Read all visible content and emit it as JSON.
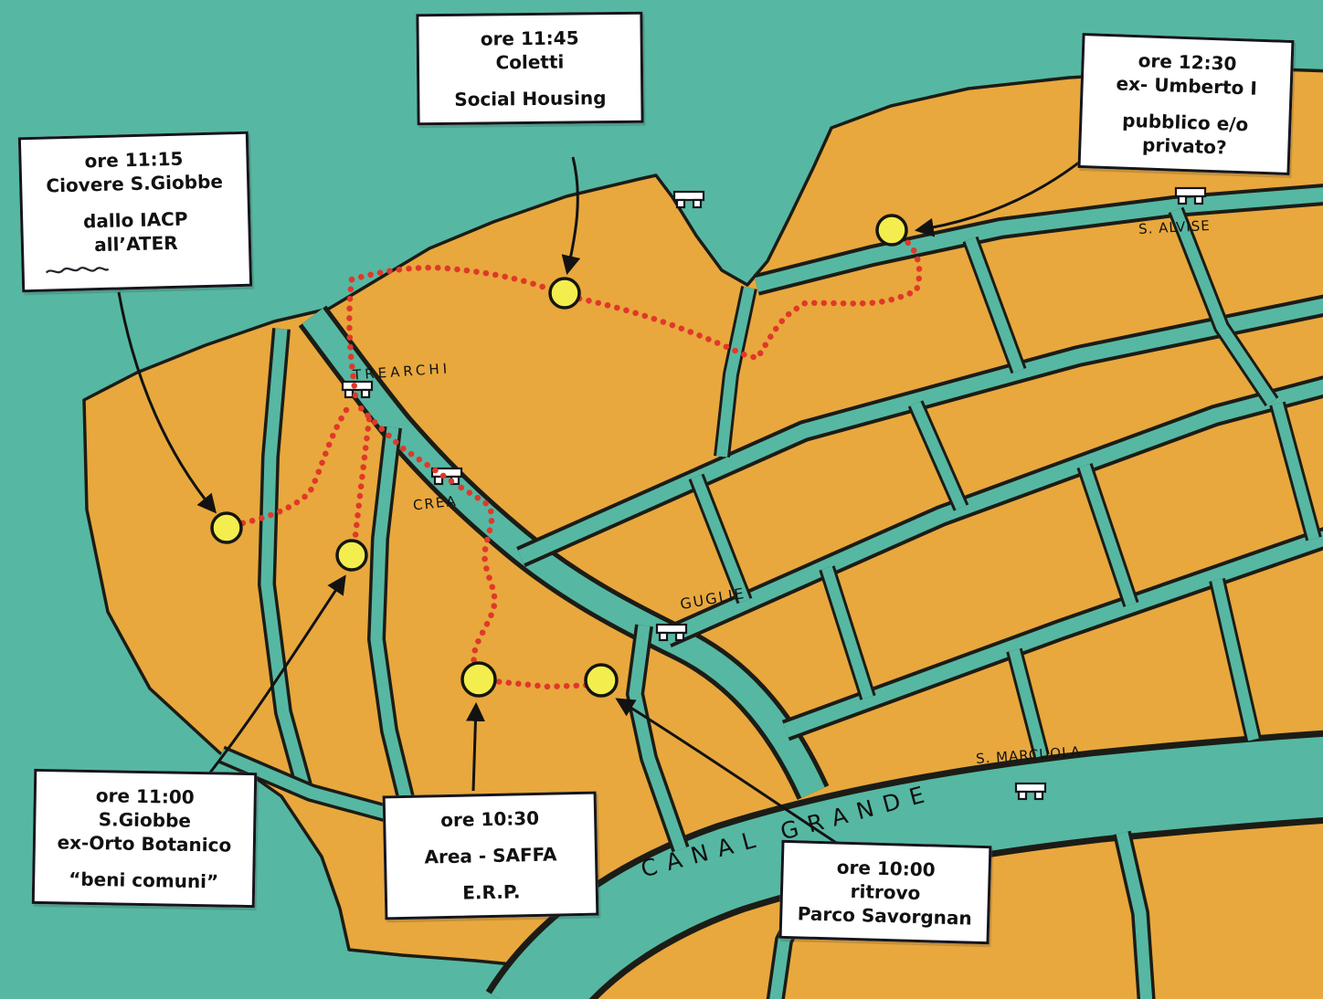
{
  "colors": {
    "water": "#56b8a2",
    "land": "#e8a83d",
    "outline": "#1c1c16",
    "route": "#e0382a",
    "marker": "#f3ee4e",
    "box_bg": "#ffffff",
    "ink": "#111111"
  },
  "annotations": [
    {
      "id": "coletti",
      "lines": [
        "ore 11:45",
        "Coletti",
        "Social Housing"
      ]
    },
    {
      "id": "umberto",
      "lines": [
        "ore 12:30",
        "ex- Umberto I",
        "pubblico e/o",
        "privato?"
      ]
    },
    {
      "id": "ciovere",
      "lines": [
        "ore 11:15",
        "Ciovere S.Giobbe",
        "dallo IACP",
        "all’ATER"
      ]
    },
    {
      "id": "orto-botanico",
      "lines": [
        "ore 11:00",
        "S.Giobbe",
        "ex-Orto Botanico",
        "“beni comuni”"
      ]
    },
    {
      "id": "saffa",
      "lines": [
        "ore 10:30",
        "Area - SAFFA",
        "E.R.P."
      ]
    },
    {
      "id": "savorgnan",
      "lines": [
        "ore 10:00",
        "ritrovo",
        "Parco Savorgnan"
      ]
    }
  ],
  "place_labels": {
    "trearchi": "TREARCHI",
    "crea": "CREA",
    "guglie": "GUGLIE",
    "s_alvise": "S. ALVISE",
    "s_marcuola": "S. MARCUOLA",
    "canal_grande": "CANAL GRANDE"
  }
}
